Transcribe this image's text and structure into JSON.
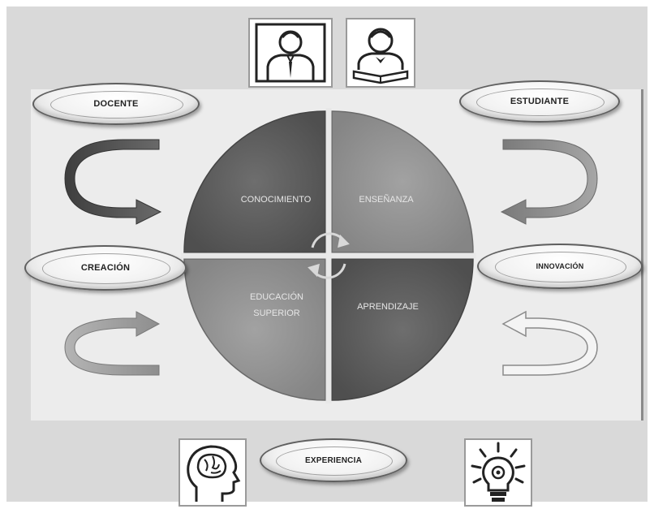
{
  "ovals": {
    "docente": "DOCENTE",
    "estudiante": "ESTUDIANTE",
    "creacion": "CREACIÓN",
    "innovacion": "INNOVACIÓN",
    "experiencia": "EXPERIENCIA"
  },
  "quadrants": {
    "conocimiento": "CONOCIMIENTO",
    "ensenanza": "ENSEÑANZA",
    "educacion_line1": "EDUCACIÓN",
    "educacion_line2": "SUPERIOR",
    "aprendizaje": "APRENDIZAJE"
  },
  "icons": [
    "teacher-icon",
    "student-icon",
    "brain-head-icon",
    "lightbulb-icon"
  ],
  "colors": {
    "quadrant_dark": "#5a5a5a",
    "quadrant_medium": "#8c8c8c",
    "background": "#d9d9d9"
  }
}
